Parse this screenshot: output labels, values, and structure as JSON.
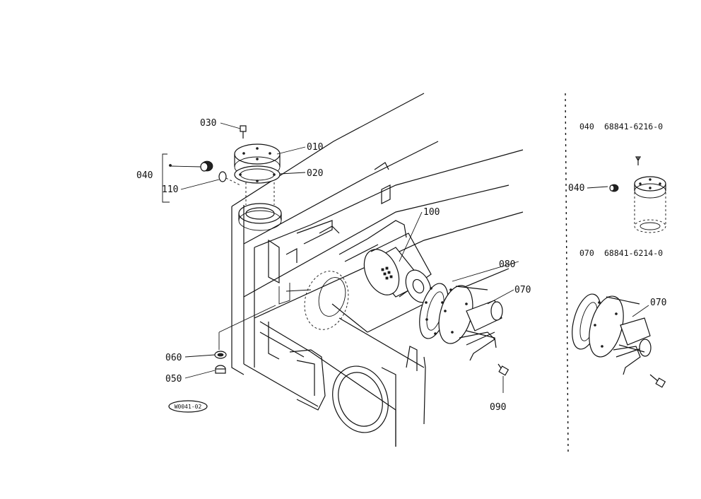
{
  "callouts": {
    "c030": "030",
    "c010": "010",
    "c020": "020",
    "c040": "040",
    "c110": "110",
    "c100": "100",
    "c080": "080",
    "c070": "070",
    "c060": "060",
    "c050": "050",
    "c090": "090"
  },
  "stamp": "W0041-02",
  "variants": {
    "v040_code": "040",
    "v040_part": "68841-6216-0",
    "v040_label": "040",
    "v070_code": "070",
    "v070_part": "68841-6214-0",
    "v070_label": "070"
  }
}
